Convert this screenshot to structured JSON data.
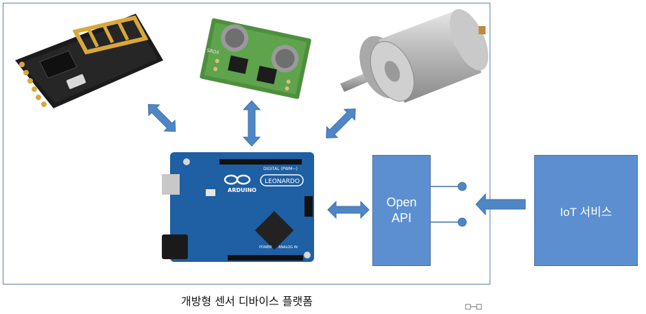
{
  "open_api": {
    "label": "Open\nAPI"
  },
  "iot_service": {
    "label": "IoT 서비스"
  },
  "caption": "개방형 센서 디바이스 플랫폼",
  "board": {
    "brand": "ARDUINO",
    "model": "LEONARDO",
    "digital_label": "DIGITAL (PWM~)",
    "power_label": "POWER",
    "analog_label": "ANALOG IN"
  },
  "sensor": {
    "label": "SR04"
  },
  "colors": {
    "box_fill": "#5b8fd0",
    "arrow_fill": "#4f86c6",
    "board": "#1f5fa3"
  }
}
